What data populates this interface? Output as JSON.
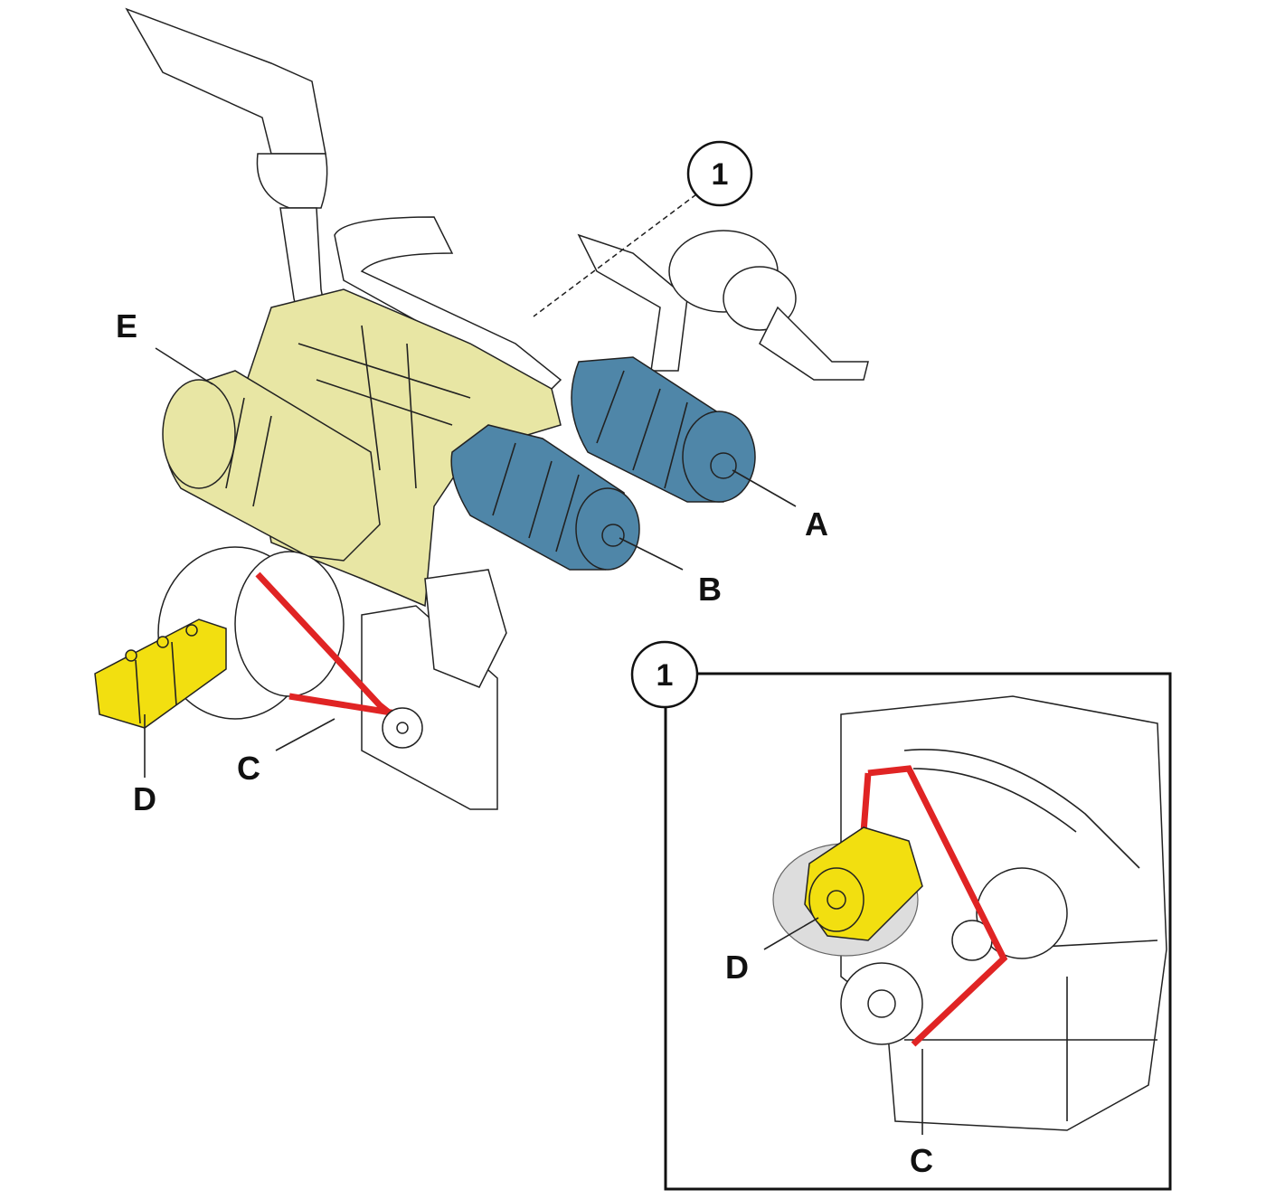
{
  "diagram": {
    "labels": {
      "air_filter_a": "A",
      "air_filter_b": "B",
      "belt_c": "C",
      "pump_d": "D",
      "exhaust_e": "E"
    },
    "callout": "1",
    "inset": {
      "number": "1",
      "pump_label": "D",
      "belt_label": "C"
    },
    "colors": {
      "air_filter": "#4f86a8",
      "engine": "#e8e6a4",
      "pump": "#f2df10",
      "belt": "#e02424",
      "line": "#222222"
    }
  }
}
